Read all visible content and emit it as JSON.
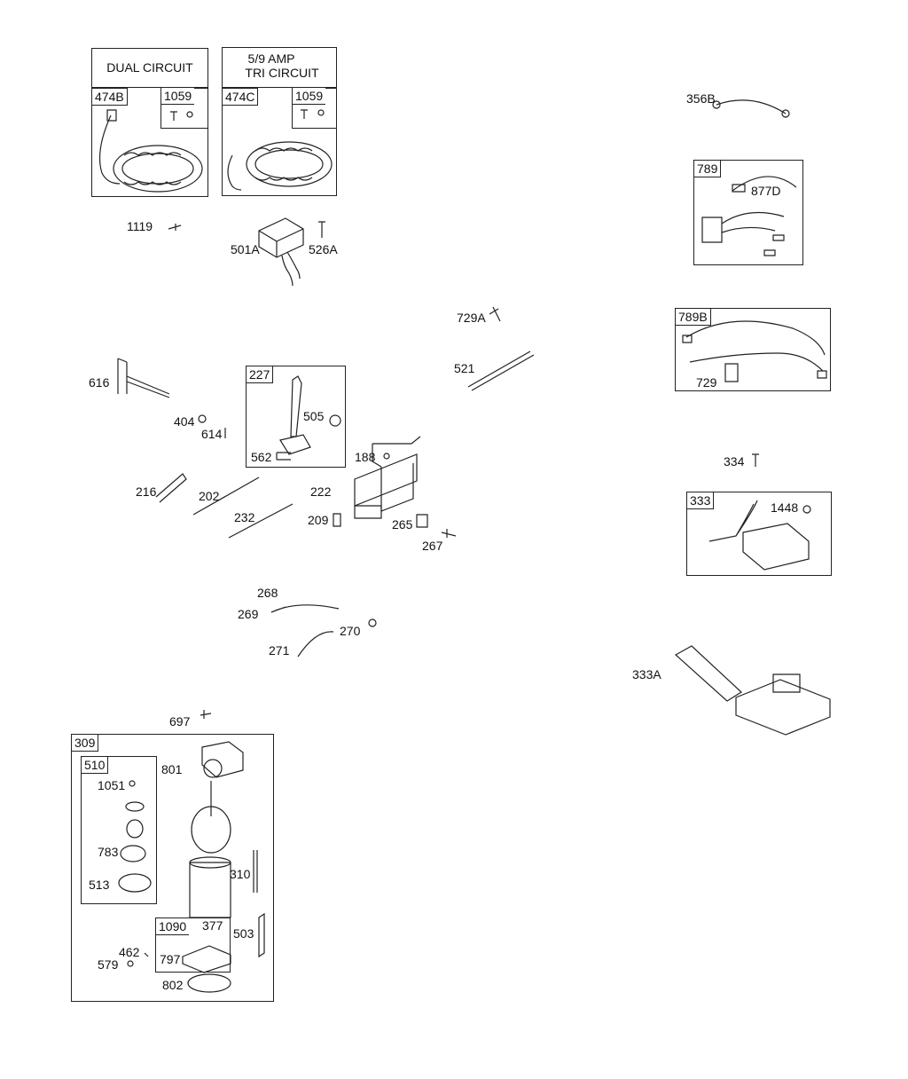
{
  "boxes": {
    "stator_dual": {
      "title": "DUAL CIRCUIT",
      "part": "474B",
      "sub": "1059"
    },
    "stator_tri": {
      "title_line1": "5/9 AMP",
      "title_line2": "TRI CIRCUIT",
      "part": "474C",
      "sub": "1059"
    },
    "governor": {
      "part": "227"
    },
    "harness_789": {
      "part": "789"
    },
    "harness_789b": {
      "part": "789B"
    },
    "ignition_333": {
      "part": "333"
    },
    "starter_309": {
      "part": "309"
    },
    "drive_510": {
      "part": "510"
    },
    "brush_1090": {
      "part": "1090"
    }
  },
  "labels": {
    "p1119": "1119",
    "p501A": "501A",
    "p526A": "526A",
    "p356B": "356B",
    "p877D": "877D",
    "p729A": "729A",
    "p521": "521",
    "p729": "729",
    "p616": "616",
    "p404": "404",
    "p614": "614",
    "p505": "505",
    "p562": "562",
    "p188": "188",
    "p216": "216",
    "p202": "202",
    "p222": "222",
    "p232": "232",
    "p209": "209",
    "p265": "265",
    "p267": "267",
    "p334": "334",
    "p1448": "1448",
    "p268": "268",
    "p269": "269",
    "p270": "270",
    "p271": "271",
    "p333A": "333A",
    "p697": "697",
    "p801": "801",
    "p1051": "1051",
    "p783": "783",
    "p310": "310",
    "p513": "513",
    "p377": "377",
    "p503": "503",
    "p462": "462",
    "p797": "797",
    "p579": "579",
    "p802": "802"
  }
}
